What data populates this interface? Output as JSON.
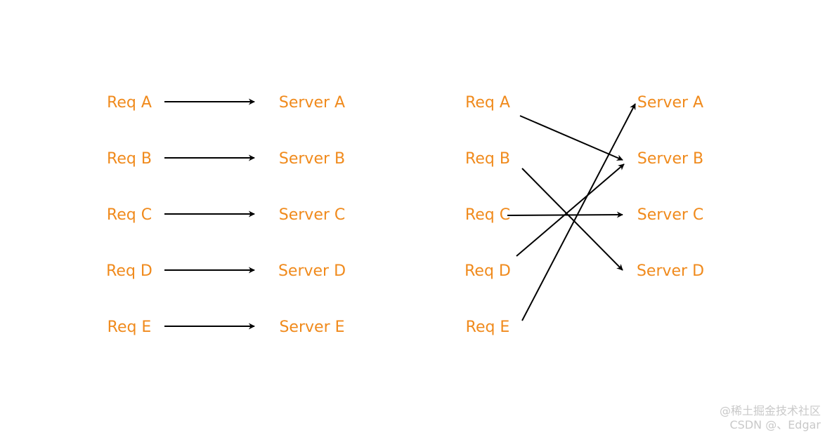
{
  "colors": {
    "label": "#f08a1c",
    "arrow": "#000000",
    "watermark": "#c9c9c9"
  },
  "left_diagram": {
    "requests": [
      "Req A",
      "Req B",
      "Req C",
      "Req D",
      "Req E"
    ],
    "servers": [
      "Server A",
      "Server B",
      "Server C",
      "Server D",
      "Server E"
    ],
    "mappings": [
      {
        "from": "Req A",
        "to": "Server A"
      },
      {
        "from": "Req B",
        "to": "Server B"
      },
      {
        "from": "Req C",
        "to": "Server C"
      },
      {
        "from": "Req D",
        "to": "Server D"
      },
      {
        "from": "Req E",
        "to": "Server E"
      }
    ]
  },
  "right_diagram": {
    "requests": [
      "Req A",
      "Req B",
      "Req C",
      "Req D",
      "Req E"
    ],
    "servers": [
      "Server A",
      "Server B",
      "Server C",
      "Server D"
    ],
    "mappings": [
      {
        "from": "Req A",
        "to": "Server B"
      },
      {
        "from": "Req B",
        "to": "Server D"
      },
      {
        "from": "Req C",
        "to": "Server C"
      },
      {
        "from": "Req D",
        "to": "Server B"
      },
      {
        "from": "Req E",
        "to": "Server A"
      }
    ]
  },
  "watermark": {
    "line1": "@稀土掘金技术社区",
    "line2": "CSDN @、Edgar"
  }
}
